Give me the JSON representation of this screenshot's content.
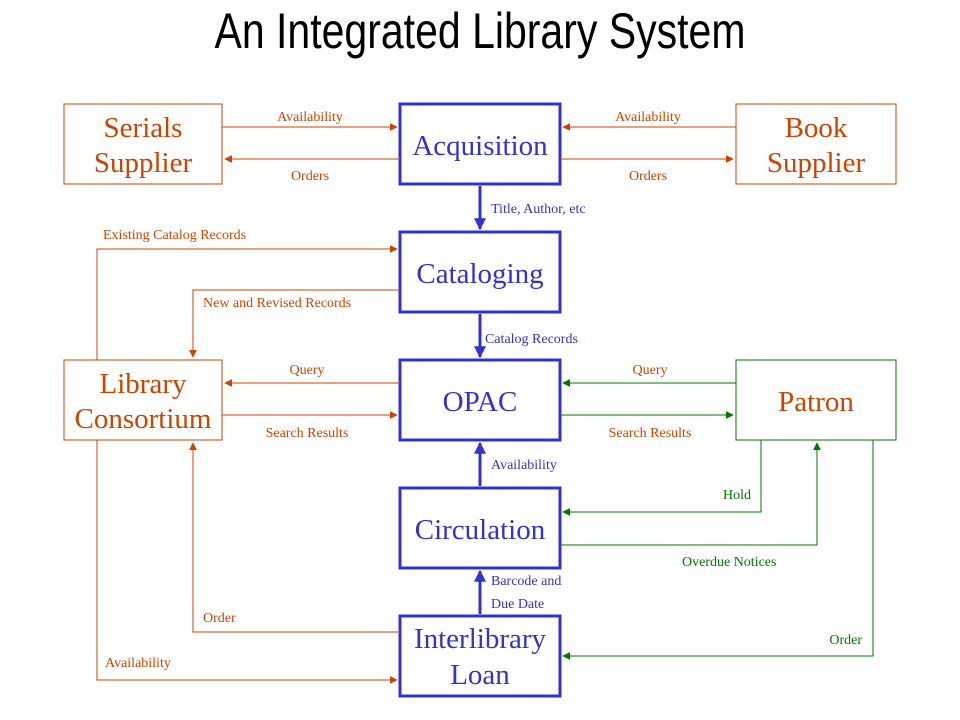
{
  "title": "An Integrated Library System",
  "colors": {
    "blue": "#3333cc",
    "orange": "#cc4400",
    "green": "#007700"
  },
  "nodes": {
    "acquisition": "Acquisition",
    "cataloging": "Cataloging",
    "opac": "OPAC",
    "circulation": "Circulation",
    "ill": [
      "Interlibrary",
      "Loan"
    ],
    "serials": [
      "Serials",
      "Supplier"
    ],
    "book": [
      "Book",
      "Supplier"
    ],
    "consortium": [
      "Library",
      "Consortium"
    ],
    "patron": "Patron"
  },
  "edges": {
    "serials_availability": "Availability",
    "serials_orders": "Orders",
    "book_availability": "Availability",
    "book_orders": "Orders",
    "title_author": "Title, Author, etc",
    "existing_records": "Existing Catalog Records",
    "new_revised": "New and Revised Records",
    "catalog_records": "Catalog Records",
    "consortium_query": "Query",
    "consortium_results": "Search Results",
    "patron_query": "Query",
    "patron_results": "Search Results",
    "availability_circ": "Availability",
    "hold": "Hold",
    "overdue": "Overdue Notices",
    "barcode": [
      "Barcode and",
      "Due Date"
    ],
    "order_consortium": "Order",
    "availability_ill": "Availability",
    "order_patron": "Order"
  }
}
